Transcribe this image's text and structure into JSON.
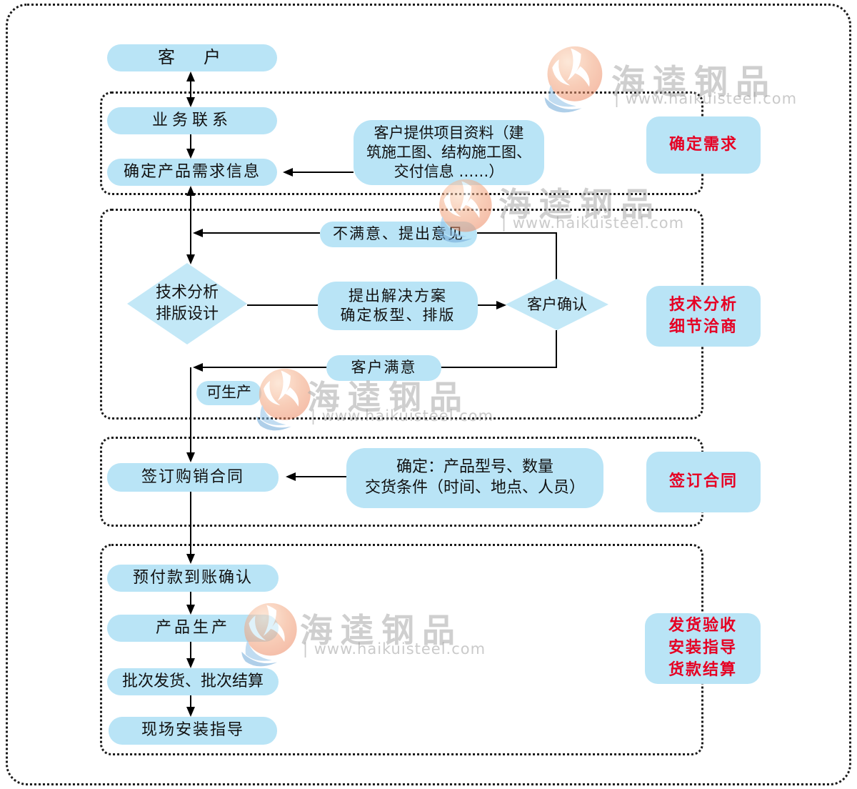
{
  "brand": {
    "name": "海逵钢品",
    "url": "| www.haikuisteel.com",
    "logo_colors": {
      "peach": "#f3a57e",
      "blue": "#7fb3dc",
      "white": "#ffffff"
    }
  },
  "colors": {
    "node_fill": "#b9e4f6",
    "diamond_fill": "#c3e8f7",
    "stage_text": "#e60023",
    "connector": "#000000",
    "dotted_border": "#1a1a1a",
    "background": "#ffffff"
  },
  "flow": {
    "customer": "客　户",
    "business_contact": "业务联系",
    "requirement_info": "确定产品需求信息",
    "project_materials": {
      "line1": "客户提供项目资料（建",
      "line2": "筑施工图、结构施工图、",
      "line3": "交付信息 ……）"
    },
    "unsatisfied_feedback": "不满意、提出意见",
    "tech_analysis": {
      "line1": "技术分析",
      "line2": "排版设计"
    },
    "solution": {
      "line1": "提出解决方案",
      "line2": "确定板型、排版"
    },
    "customer_confirm": "客户确认",
    "customer_satisfied": "客户满意",
    "can_produce": "可生产",
    "sign_contract": "签订购销合同",
    "contract_details": {
      "line1": "确定：产品型号、数量",
      "line2": "交货条件（时间、地点、人员）"
    },
    "prepayment_confirm": "预付款到账确认",
    "production": "产品生产",
    "batch_delivery": "批次发货、批次结算",
    "site_installation": "现场安装指导"
  },
  "stages": {
    "stage1": "确定需求",
    "stage2": {
      "line1": "技术分析",
      "line2": "细节洽商"
    },
    "stage3": "签订合同",
    "stage4": {
      "line1": "发货验收",
      "line2": "安装指导",
      "line3": "货款结算"
    }
  }
}
